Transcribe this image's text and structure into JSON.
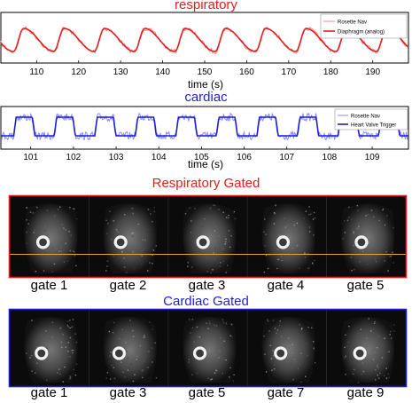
{
  "colors": {
    "resp": "#e02020",
    "resp_light": "#f08a8a",
    "card": "#1f1fd0",
    "card_light": "#8a8aff",
    "yellow": "#d8b020"
  },
  "chart_data": [
    {
      "type": "line",
      "title": "respiratory",
      "xlabel": "time (s)",
      "xlim": [
        101.5,
        198.5
      ],
      "xticks": [
        110,
        120,
        130,
        140,
        150,
        160,
        170,
        180,
        190
      ],
      "period": 9.6,
      "series": [
        {
          "name": "Rosette Nav"
        },
        {
          "name": "Diaphragm (analog)"
        }
      ]
    },
    {
      "type": "line",
      "title": "cardiac",
      "xlabel": "time (s)",
      "xlim": [
        100.3,
        109.85
      ],
      "xticks": [
        101,
        102,
        103,
        104,
        105,
        106,
        107,
        108,
        109
      ],
      "period": 0.95,
      "series": [
        {
          "name": "Rosette Nav"
        },
        {
          "name": "Heart Valve Trigger"
        }
      ]
    }
  ],
  "resp_gated": {
    "title": "Respiratory Gated",
    "gates": [
      "gate 1",
      "gate 2",
      "gate 3",
      "gate 4",
      "gate 5"
    ]
  },
  "card_gated": {
    "title": "Cardiac Gated",
    "gates": [
      "gate 1",
      "gate 3",
      "gate 5",
      "gate 7",
      "gate 9"
    ]
  }
}
